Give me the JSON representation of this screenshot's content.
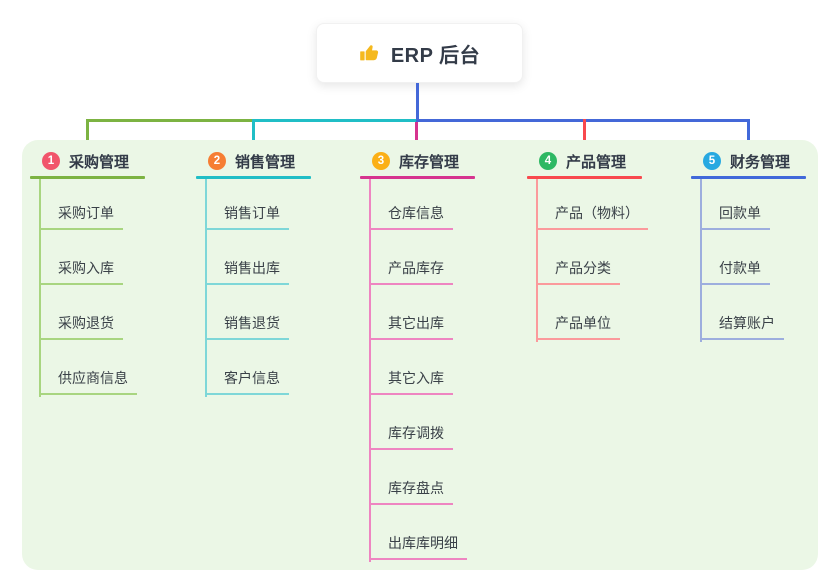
{
  "root": {
    "title": "ERP 后台",
    "icon": "thumbs-up-icon",
    "icon_color": "#f5b91e"
  },
  "colors": {
    "canvas_bg": "#ffffff",
    "panel_bg": "#ebf7e6",
    "trunk": "#4468d8",
    "title_text": "#333b48",
    "item_text": "#3a4148"
  },
  "branches": [
    {
      "index": "1",
      "label": "采购管理",
      "badge_color": "#f1556b",
      "line_color": "#7cb342",
      "child_line_color": "#a8d580",
      "items": [
        "采购订单",
        "采购入库",
        "采购退货",
        "供应商信息"
      ]
    },
    {
      "index": "2",
      "label": "销售管理",
      "badge_color": "#f67e33",
      "line_color": "#20bec6",
      "child_line_color": "#7ed7d8",
      "items": [
        "销售订单",
        "销售出库",
        "销售退货",
        "客户信息"
      ]
    },
    {
      "index": "3",
      "label": "库存管理",
      "badge_color": "#fbb017",
      "line_color": "#d6348f",
      "child_line_color": "#ee85c1",
      "items": [
        "仓库信息",
        "产品库存",
        "其它出库",
        "其它入库",
        "库存调拨",
        "库存盘点",
        "出库库明细"
      ]
    },
    {
      "index": "4",
      "label": "产品管理",
      "badge_color": "#2db863",
      "line_color": "#f8494e",
      "child_line_color": "#fb9a9c",
      "items": [
        "产品（物料）",
        "产品分类",
        "产品单位"
      ]
    },
    {
      "index": "5",
      "label": "财务管理",
      "badge_color": "#27a9e1",
      "line_color": "#4169da",
      "child_line_color": "#9daede",
      "items": [
        "回款单",
        "付款单",
        "结算账户"
      ]
    }
  ]
}
